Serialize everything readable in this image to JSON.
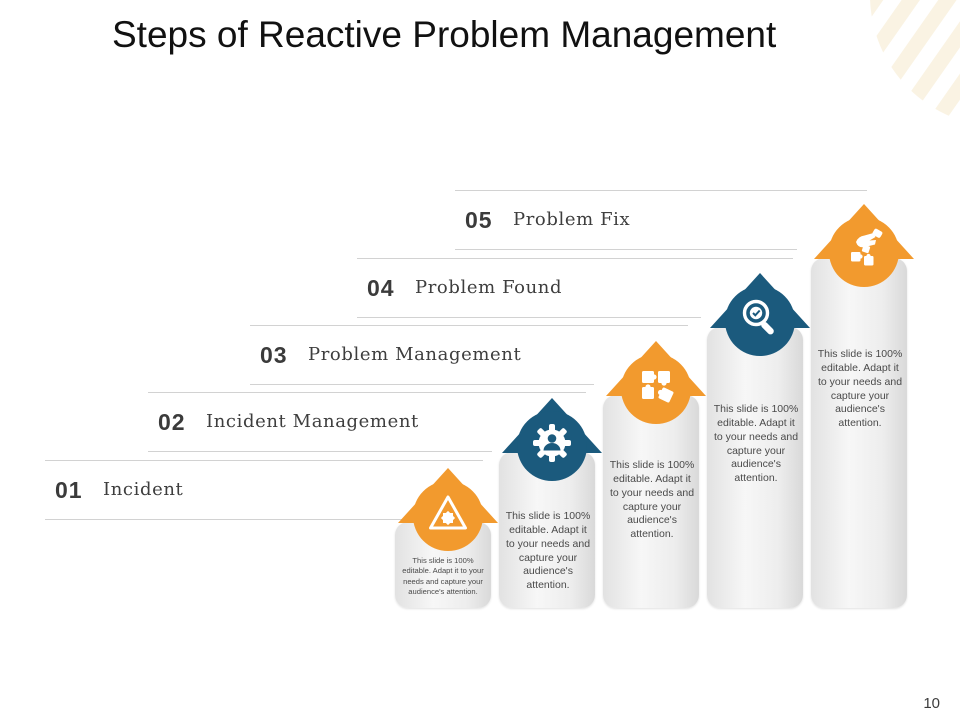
{
  "slide": {
    "title": "Steps of Reactive Problem Management",
    "page_number": "10"
  },
  "steps": [
    {
      "number": "01",
      "label": "Incident"
    },
    {
      "number": "02",
      "label": "Incident Management"
    },
    {
      "number": "03",
      "label": "Problem Management"
    },
    {
      "number": "04",
      "label": "Problem Found"
    },
    {
      "number": "05",
      "label": "Problem Fix"
    }
  ],
  "columns": [
    {
      "name": "incident",
      "icon": "hazard-burst-icon",
      "color": "#F29A2E",
      "body_text": "This slide is 100% editable. Adapt it to your needs and capture your audience's attention."
    },
    {
      "name": "incident-management",
      "icon": "gear-person-icon",
      "color": "#1B5A7D",
      "body_text": "This slide is 100% editable. Adapt it to your needs and capture your audience's attention."
    },
    {
      "name": "problem-management",
      "icon": "puzzle-pieces-icon",
      "color": "#F29A2E",
      "body_text": "This slide is 100% editable. Adapt it to your needs and capture your audience's attention."
    },
    {
      "name": "problem-found",
      "icon": "magnifier-check-icon",
      "color": "#1B5A7D",
      "body_text": "This slide is 100% editable. Adapt it to your needs and capture your audience's attention."
    },
    {
      "name": "problem-fix",
      "icon": "hand-puzzle-icon",
      "color": "#F29A2E",
      "body_text": "This slide is 100% editable. Adapt it to your needs and capture your audience's attention."
    }
  ],
  "colors": {
    "orange": "#F29A2E",
    "blue": "#1B5A7D",
    "line": "#D2D2D2",
    "text_dark": "#3B3B3B",
    "body_text": "#4A4A4A",
    "stripe_cream": "#FAF3E3"
  }
}
